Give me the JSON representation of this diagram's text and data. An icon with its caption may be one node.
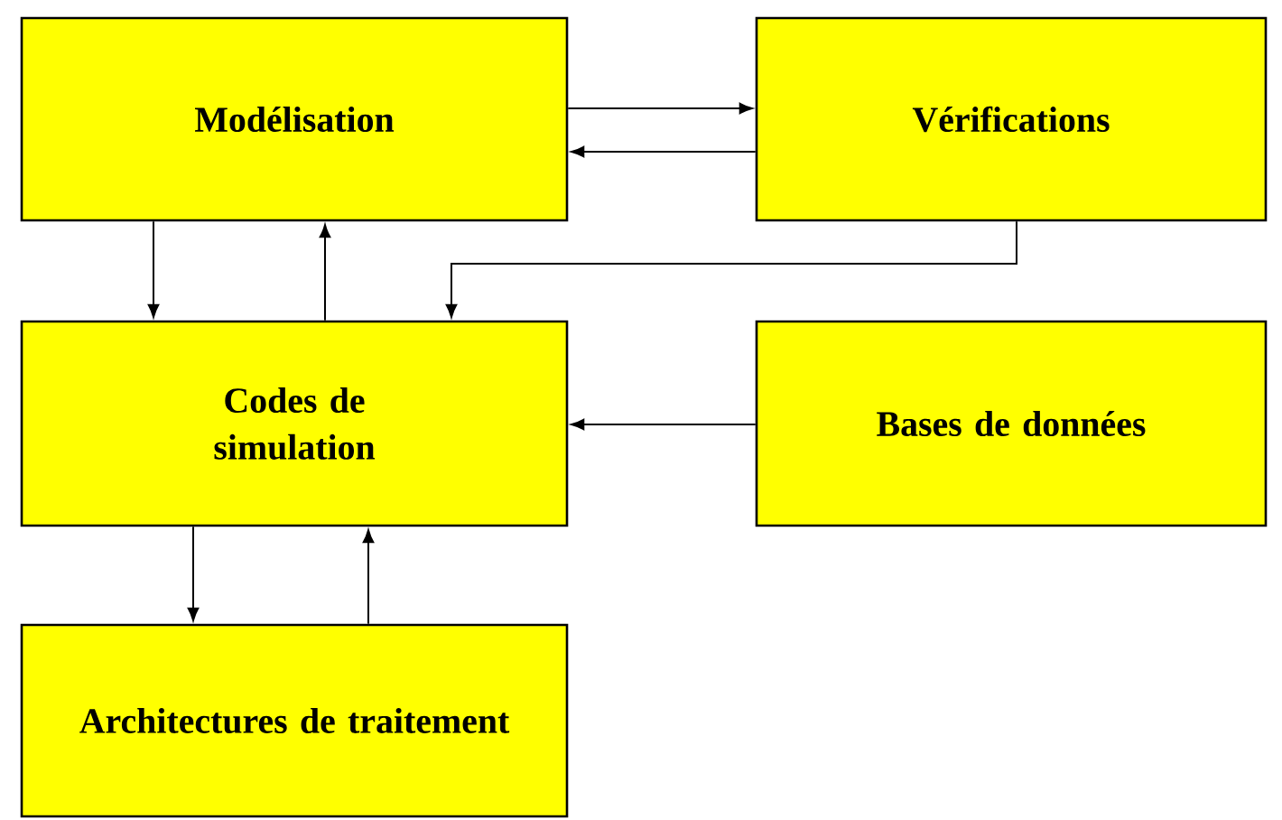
{
  "diagram": {
    "nodes": [
      {
        "text": [
          "Modélisation"
        ]
      },
      {
        "text": [
          "Vérifications"
        ]
      },
      {
        "text": [
          "Codes de simulation"
        ]
      },
      {
        "text": [
          "Bases de données"
        ]
      },
      {
        "text": [
          "Architectures de traitement"
        ]
      }
    ],
    "edges": [
      {
        "from": 0,
        "to": 1,
        "arrow": "to"
      },
      {
        "from": 1,
        "to": 0,
        "arrow": "to"
      },
      {
        "from": 0,
        "to": 2,
        "arrow": "to"
      },
      {
        "from": 2,
        "to": 0,
        "arrow": "to"
      },
      {
        "from": 1,
        "to": 2,
        "arrow": "to"
      },
      {
        "from": 3,
        "to": 2,
        "arrow": "to"
      },
      {
        "from": 2,
        "to": 4,
        "arrow": "to"
      },
      {
        "from": 4,
        "to": 2,
        "arrow": "to"
      }
    ]
  }
}
